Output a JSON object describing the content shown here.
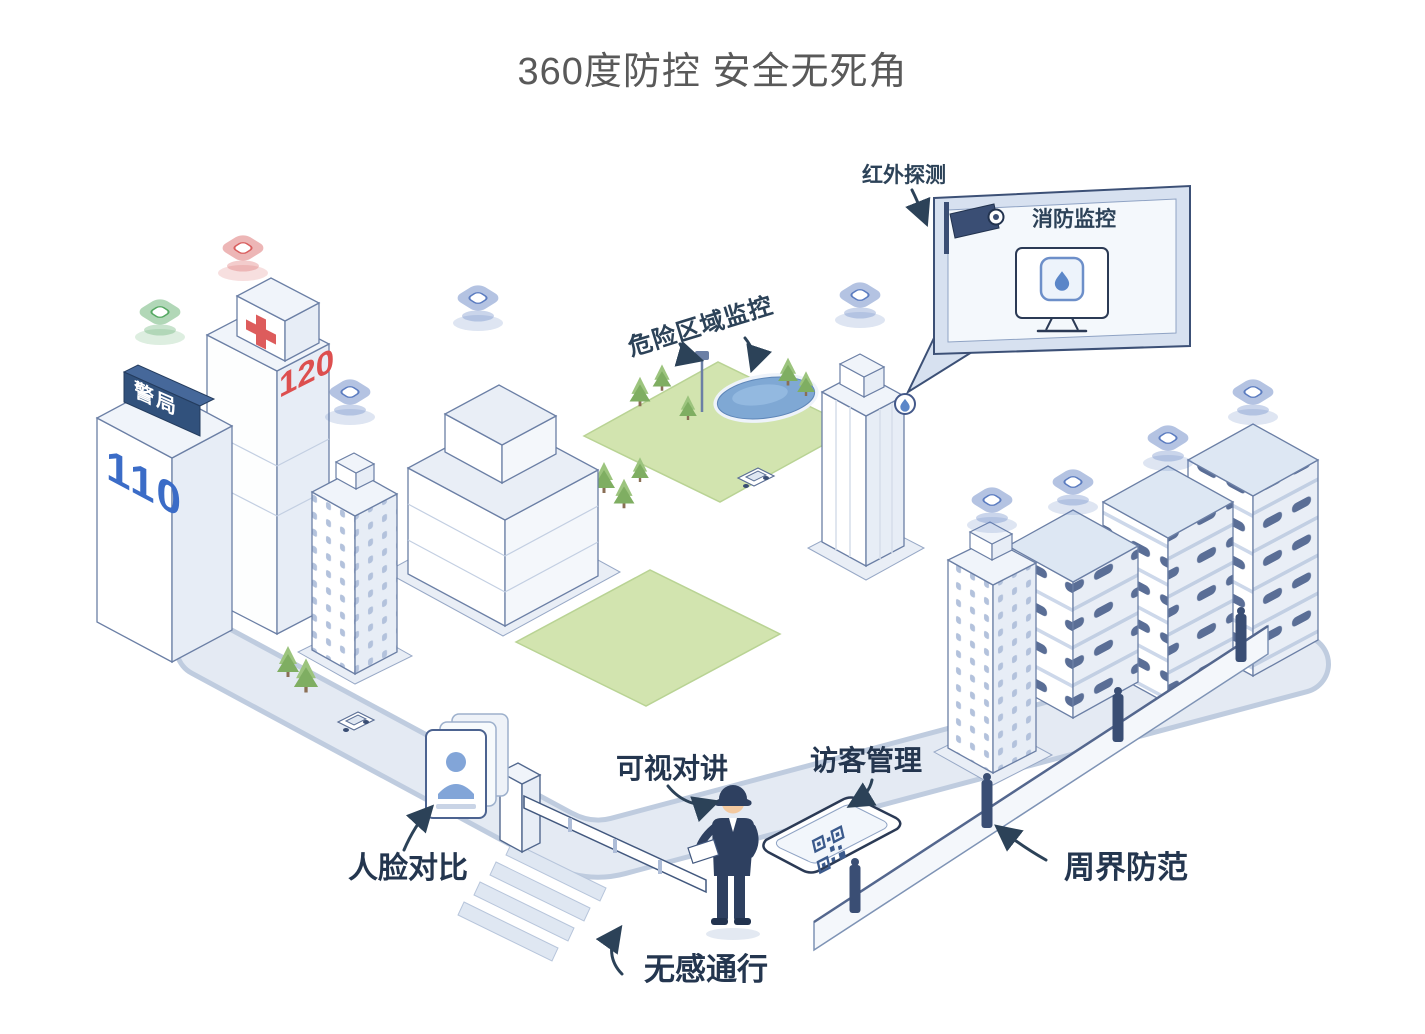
{
  "title": "360度防控 安全无死角",
  "labels": {
    "infrared": "红外探测",
    "fire_monitor": "消防监控",
    "danger_area": "危险区域监控",
    "face_compare": "人脸对比",
    "video_intercom": "可视对讲",
    "visitor_mgmt": "访客管理",
    "seamless_pass": "无感通行",
    "perimeter": "周界防范"
  },
  "buildings": {
    "police_sign": "警局",
    "police_number": "110",
    "emergency_number": "120"
  },
  "icons": {
    "sensor_marker": "rounded-square-tile",
    "cctv_camera": "surveillance-camera",
    "fire_drop": "water-drop",
    "face_card": "portrait-card",
    "qr_tablet": "qr-code-tablet"
  },
  "colors": {
    "title": "#595959",
    "label": "#2c4258",
    "accent_blue": "#5b7cc0",
    "alert_red": "#d95f5f",
    "safe_green": "#55a862",
    "park_green": "#d2e4af",
    "pond_blue": "#7fa8d4",
    "road": "#e4eaf3"
  }
}
